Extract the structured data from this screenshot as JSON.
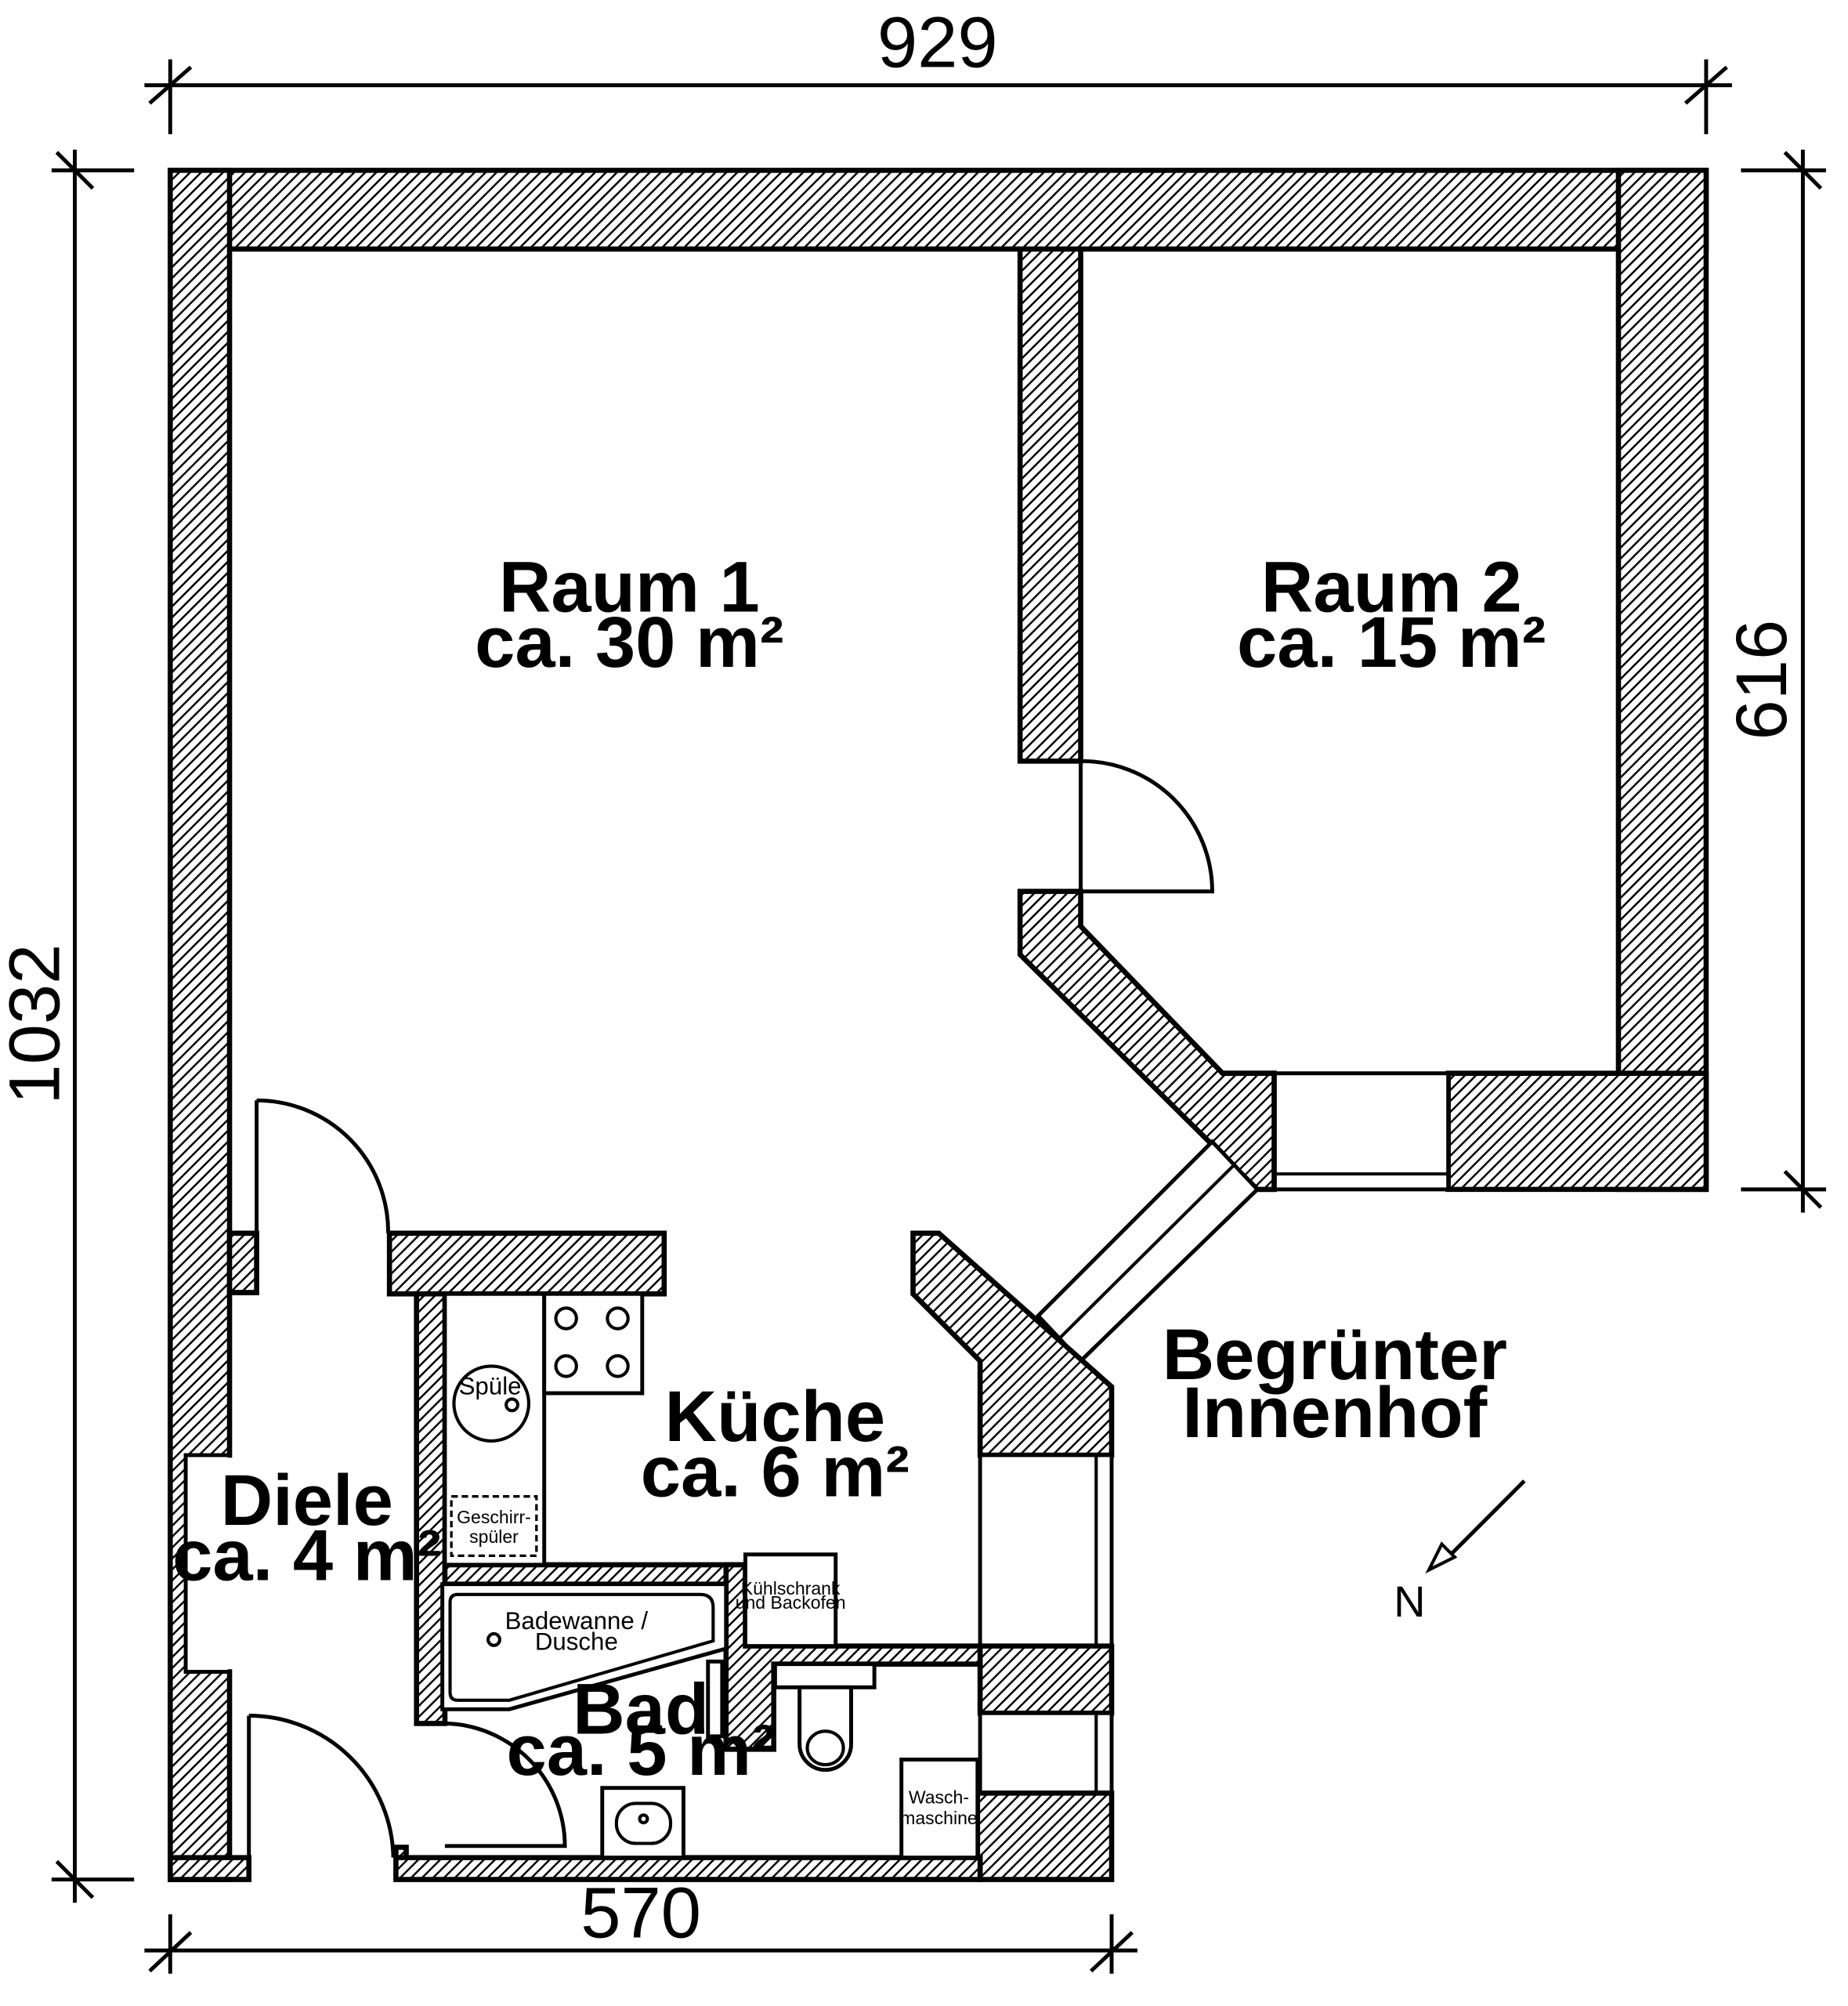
{
  "dimensions": {
    "width_top": "929",
    "height_left": "1032",
    "height_right": "616",
    "width_bottom": "570"
  },
  "rooms": {
    "raum1": {
      "name": "Raum 1",
      "area": "ca. 30 m²"
    },
    "raum2": {
      "name": "Raum 2",
      "area": "ca. 15 m²"
    },
    "kueche": {
      "name": "Küche",
      "area": "ca. 6 m²"
    },
    "diele": {
      "name": "Diele",
      "area": "ca. 4 m²"
    },
    "bad": {
      "name": "Bad",
      "area": "ca. 5 m²"
    }
  },
  "outside": {
    "line1": "Begrünter",
    "line2": "Innenhof"
  },
  "compass": {
    "label": "N"
  },
  "fixtures": {
    "spuele": "Spüle",
    "geschirr_1": "Geschirr-",
    "geschirr_2": "spüler",
    "badewanne_1": "Badewanne /",
    "badewanne_2": "Dusche",
    "kuehl_1": "Kühlschrank",
    "kuehl_2": "und Backofen",
    "wasch_1": "Wasch-",
    "wasch_2": "maschine"
  }
}
